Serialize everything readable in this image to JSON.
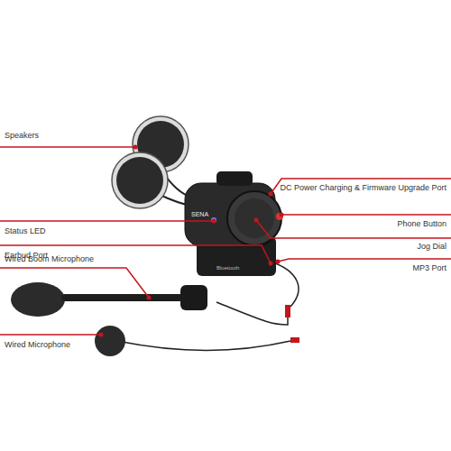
{
  "diagram": {
    "labels": [
      "Speakers",
      "DC Power Charging & Firmware Upgrade Port",
      "Status LED",
      "Phone Button",
      "Earbud Port",
      "Jog Dial",
      "Wired Boom Microphone",
      "MP3 Port",
      "Wired Microphone",
      "SENA",
      "Bluetooth"
    ]
  }
}
